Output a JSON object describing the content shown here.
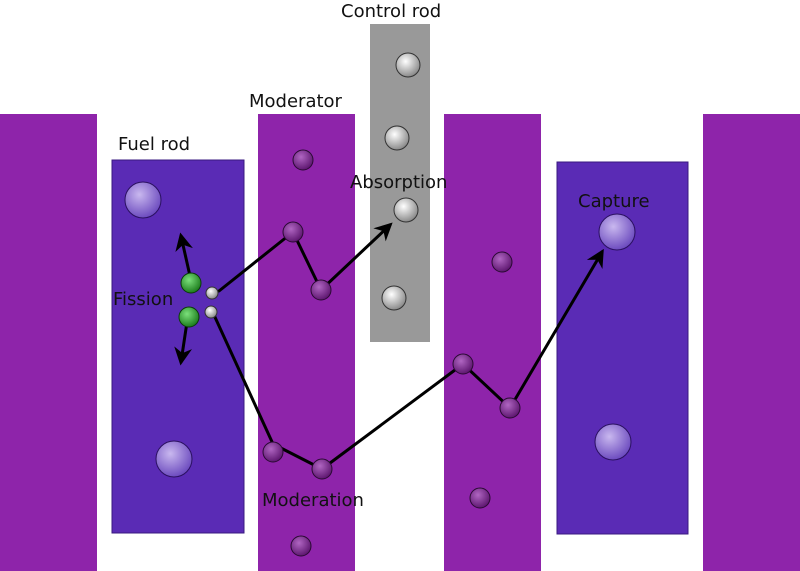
{
  "labels": {
    "control_rod": "Control rod",
    "moderator": "Moderator",
    "fuel_rod": "Fuel rod",
    "absorption": "Absorption",
    "capture": "Capture",
    "fission": "Fission",
    "moderation": "Moderation"
  },
  "colors": {
    "moderator": "#8e24aa",
    "fuel": "#5a2bb5",
    "control_rod": "#999999",
    "fission_fragment": "#2e9e2e",
    "neutron": "#c0c0c0",
    "moderator_atom": "#7a1f8a",
    "fuel_atom": "#8a6ccf",
    "path": "#000000"
  }
}
